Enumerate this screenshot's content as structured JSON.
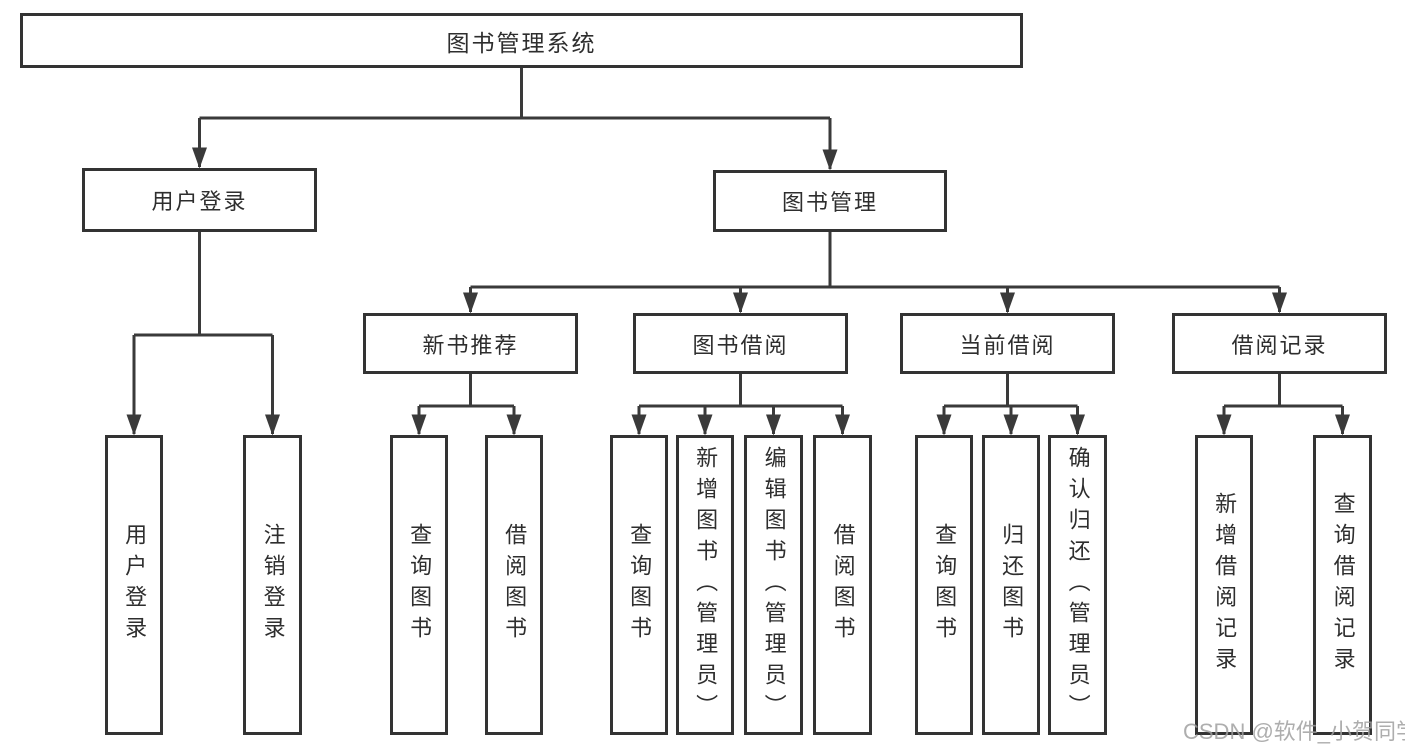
{
  "diagram": {
    "root": "图书管理系统",
    "level2": {
      "user_login": "用户登录",
      "book_mgmt": "图书管理"
    },
    "level3": {
      "new_book_rec": "新书推荐",
      "book_borrow": "图书借阅",
      "current_borrow": "当前借阅",
      "borrow_record": "借阅记录"
    },
    "leaves": {
      "user_login": "用户登录",
      "logout": "注销登录",
      "nb_query_book": "查询图书",
      "nb_borrow_book": "借阅图书",
      "bb_query_book": "查询图书",
      "bb_add_book": "新增图书（管理员）",
      "bb_edit_book": "编辑图书（管理员）",
      "bb_borrow_book": "借阅图书",
      "cb_query_book": "查询图书",
      "cb_return_book": "归还图书",
      "cb_confirm_return": "确认归还（管理员）",
      "br_add_record": "新增借阅记录",
      "br_query_record": "查询借阅记录"
    }
  },
  "watermark": "CSDN @软件_小贺同学",
  "colors": {
    "line": "#3a3a3a",
    "box_border": "#333333",
    "text": "#2e2e2e",
    "background": "#ffffff",
    "watermark": "#a0a0a0"
  }
}
